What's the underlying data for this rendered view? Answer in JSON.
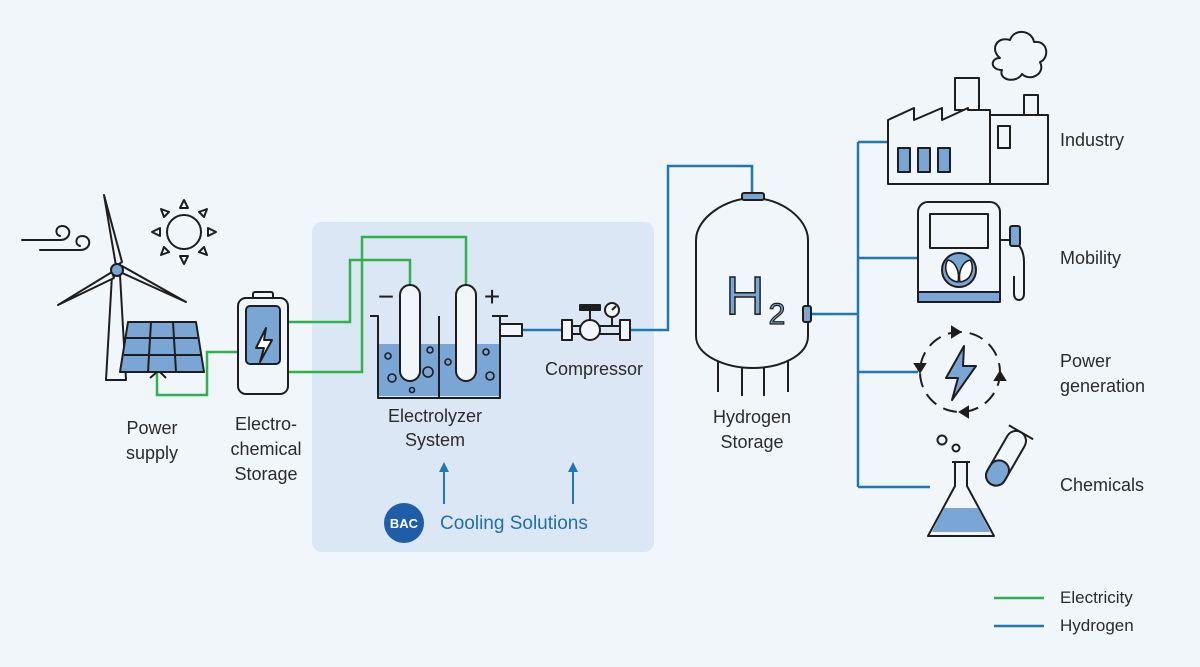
{
  "colors": {
    "electricity": "#2fb24a",
    "hydrogen": "#1f78b4",
    "outline": "#1e1e1e",
    "fill_blue": "#7aa6d6",
    "panel": "#dbe7f5",
    "cooling_text": "#1f6fa8",
    "badge": "#1f5da8"
  },
  "labels": {
    "power_supply": "Power\nsupply",
    "electrochemical_storage": "Electro-\nchemical\nStorage",
    "electrolyzer_system": "Electrolyzer\nSystem",
    "compressor": "Compressor",
    "hydrogen_storage": "Hydrogen\nStorage",
    "industry": "Industry",
    "mobility": "Mobility",
    "power_generation": "Power\ngeneration",
    "chemicals": "Chemicals"
  },
  "cooling": {
    "label": "Cooling Solutions",
    "badge_text": "BAC"
  },
  "tank_label": {
    "main": "H",
    "sub": "2"
  },
  "electrolyzer_signs": {
    "minus": "−",
    "plus": "+"
  },
  "legend": [
    {
      "label": "Electricity",
      "color": "#2fb24a"
    },
    {
      "label": "Hydrogen",
      "color": "#1f78b4"
    }
  ],
  "icons": [
    "wind-turbine-icon",
    "sun-icon",
    "wind-gust-icon",
    "solar-panel-icon",
    "battery-icon",
    "electrolyzer-icon",
    "compressor-valve-icon",
    "hydrogen-tank-icon",
    "factory-icon",
    "fuel-pump-icon",
    "power-cycle-icon",
    "flask-icon",
    "bac-logo-icon"
  ]
}
